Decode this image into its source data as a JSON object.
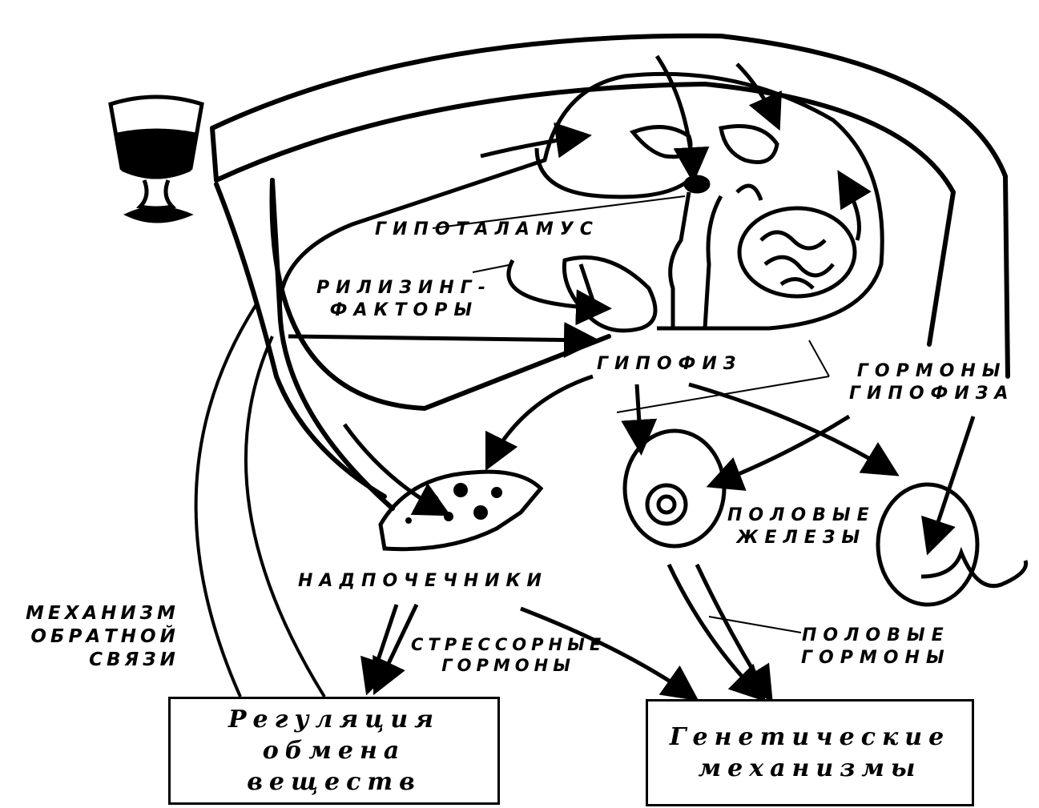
{
  "labels": {
    "hypothalamus": "ГИПОТАЛАМУС",
    "releasing_factors": "РИЛИЗИНГ-\nФАКТОРЫ",
    "pituitary": "ГИПОФИЗ",
    "pituitary_hormones": "ГОРМОНЫ\nГИПОФИЗА",
    "gonads": "ПОЛОВЫЕ\nЖЕЛЕЗЫ",
    "adrenals": "НАДПОЧЕЧНИКИ",
    "stress_hormones": "СТРЕССОРНЫЕ\nГОРМОНЫ",
    "sex_hormones": "ПОЛОВЫЕ\nГОРМОНЫ",
    "feedback": "Механизм\nобратной\nсвязи"
  },
  "boxes": {
    "metabolism": "Регуляция\nобмена\nвеществ",
    "genetic": "Генетические\nмеханизмы"
  }
}
